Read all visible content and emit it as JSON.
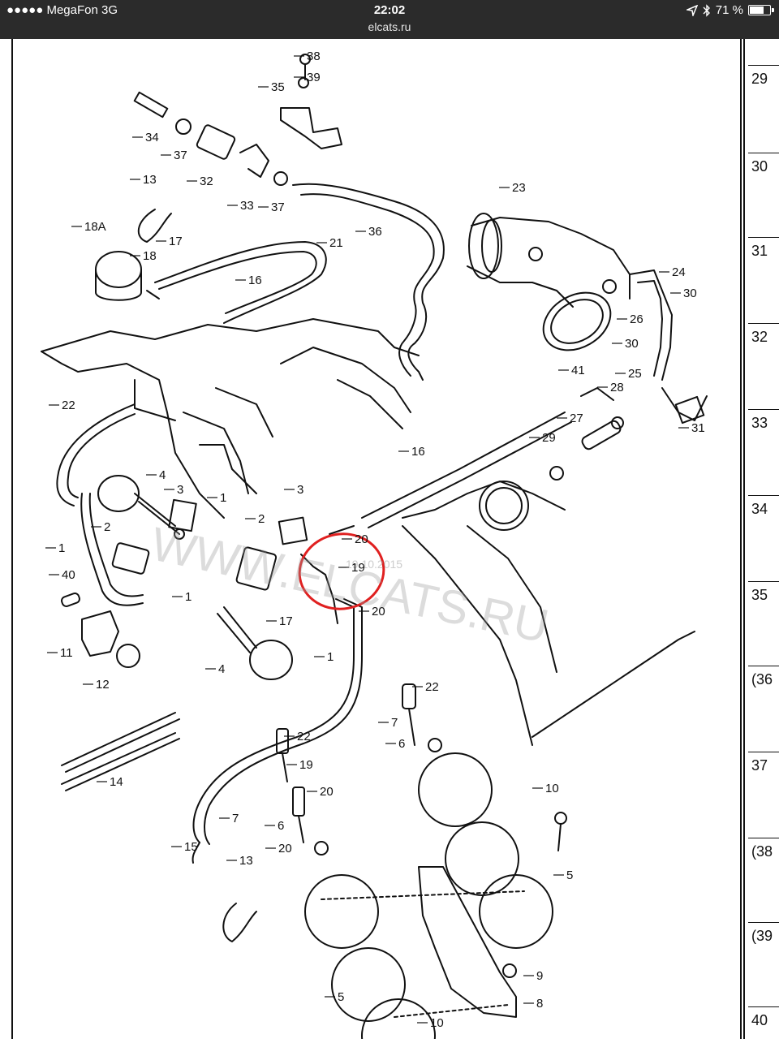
{
  "status_bar": {
    "signal": "●●●●● MegaFon  3G",
    "time": "22:02",
    "url": "elcats.ru",
    "battery": "71 %",
    "battery_level": 0.71,
    "icons": [
      "location-arrow-icon",
      "bluetooth-icon",
      "battery-icon"
    ]
  },
  "watermark": {
    "text": "WWW.ELCATS.RU",
    "date": "19.10.2015"
  },
  "part_labels": [
    "38",
    "39",
    "35",
    "34",
    "37",
    "32",
    "33",
    "37",
    "36",
    "13",
    "18A",
    "17",
    "21",
    "18",
    "16",
    "23",
    "24",
    "30",
    "26",
    "30",
    "25",
    "41",
    "28",
    "31",
    "22",
    "27",
    "29",
    "16",
    "4",
    "3",
    "1",
    "2",
    "3",
    "20",
    "19",
    "20",
    "1",
    "2",
    "40",
    "1",
    "17",
    "11",
    "4",
    "1",
    "12",
    "22",
    "7",
    "6",
    "22",
    "19",
    "14",
    "20",
    "7",
    "6",
    "20",
    "15",
    "10",
    "5",
    "13",
    "9",
    "8",
    "5",
    "10"
  ],
  "side_table": {
    "rows": [
      "29",
      "30",
      "31",
      "32",
      "33",
      "34",
      "35",
      "(36",
      "37",
      "(38",
      "(39",
      "40"
    ]
  },
  "colors": {
    "status_bg": "#2b2b2b",
    "line": "#111111",
    "annotation_circle": "#e02020",
    "watermark": "#9a9a9a"
  }
}
